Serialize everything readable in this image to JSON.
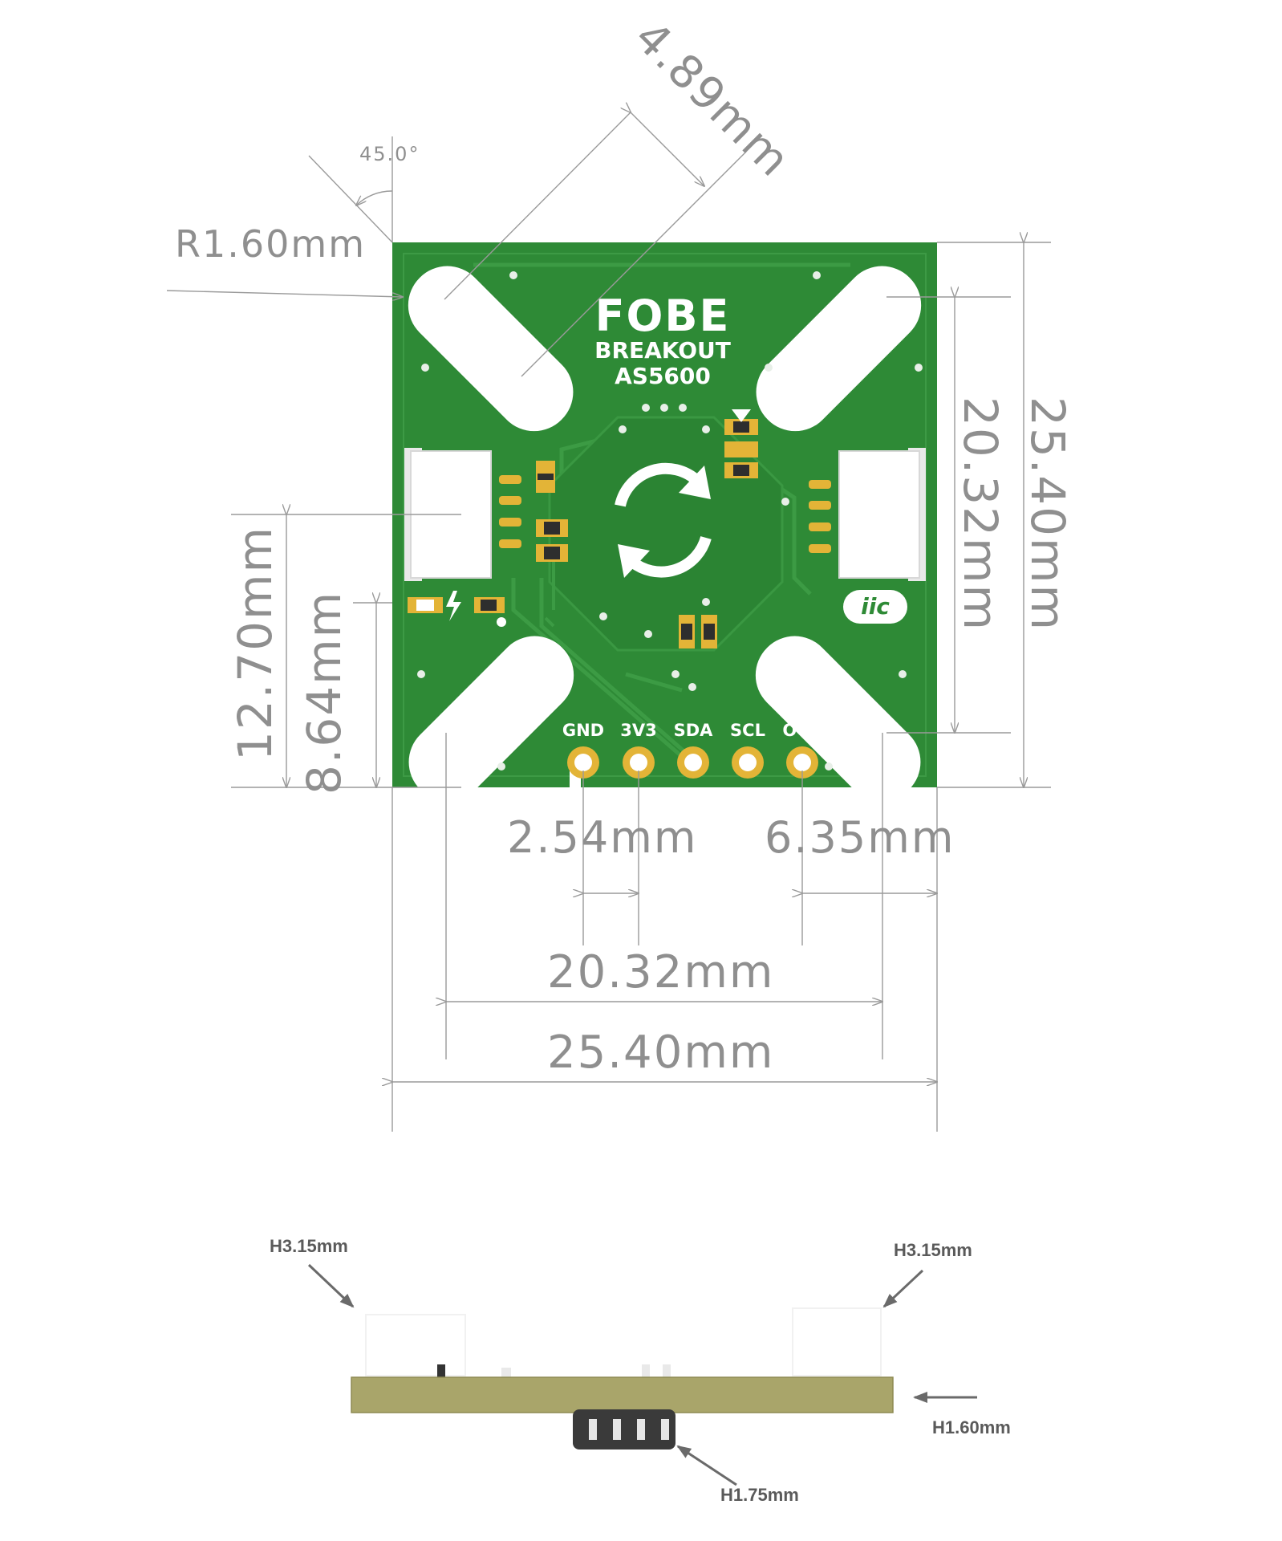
{
  "board": {
    "brand": "FOBE",
    "line1": "BREAKOUT",
    "line2": "AS5600",
    "bus_badge": "iic",
    "pins": [
      "GND",
      "3V3",
      "SDA",
      "SCL",
      "OUT"
    ],
    "pcb_color": "#2e8a36",
    "pad_color": "#e3b437"
  },
  "dimensions": {
    "slot_width": "4.89mm",
    "angle": "45.0°",
    "corner_radius": "R1.60mm",
    "height_total": "25.40mm",
    "height_holes": "20.32mm",
    "left_upper": "12.70mm",
    "left_lower": "8.64mm",
    "pin_pitch": "2.54mm",
    "pin_offset": "6.35mm",
    "width_holes": "20.32mm",
    "width_total": "25.40mm"
  },
  "side_view": {
    "left_connector_height": "H3.15mm",
    "right_connector_height": "H3.15mm",
    "pcb_thickness": "H1.60mm",
    "bottom_connector_height": "H1.75mm",
    "pcb_edge_color": "#a9a56a"
  }
}
